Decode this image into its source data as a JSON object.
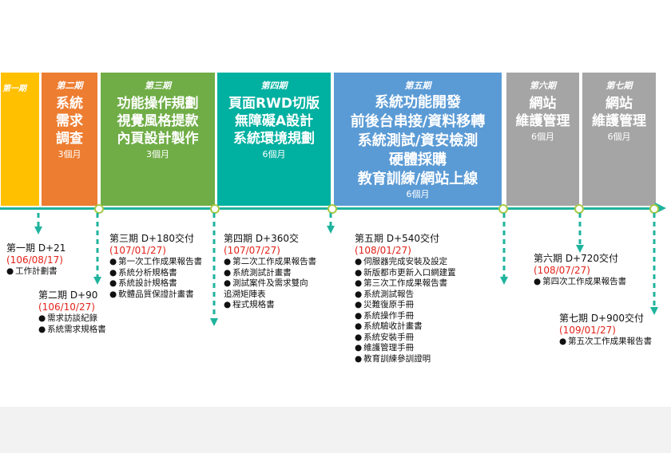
{
  "phases": [
    {
      "label": "第一期",
      "title": "",
      "duration": "",
      "color": "#ffc000"
    },
    {
      "label": "第二期",
      "title": "系統\n需求\n調查",
      "duration": "3個月",
      "color": "#ed7d31"
    },
    {
      "label": "第三期",
      "title": "功能操作規劃\n視覺風格提款\n內頁設計製作",
      "duration": "3個月",
      "color": "#70ad47"
    },
    {
      "label": "第四期",
      "title": "頁面RWD切版\n無障礙A設計\n系統環境規劃",
      "duration": "6個月",
      "color": "#00b0a0"
    },
    {
      "label": "第五期",
      "title": "系統功能開發\n前後台串接/資料移轉\n系統測試/資安檢測\n硬體採購\n教育訓練/網站上線",
      "duration": "6個月",
      "color": "#5b9bd5"
    },
    {
      "label": "第六期",
      "title": "網站\n維護管理",
      "duration": "6個月",
      "color": "#a5a5a5"
    },
    {
      "label": "第七期",
      "title": "網站\n維護管理",
      "duration": "6個月",
      "color": "#a5a5a5"
    }
  ],
  "deliverables": [
    {
      "heading": "第一期 D+21",
      "date": "(106/08/17)",
      "items": [
        "工作計劃書"
      ]
    },
    {
      "heading": "第二期 D+90",
      "date": "(106/10/27)",
      "items": [
        "需求訪談紀錄",
        "系統需求規格書"
      ]
    },
    {
      "heading": "第三期 D+180交付",
      "date": "(107/01/27)",
      "items": [
        "第一次工作成果報告書",
        "系統分析規格書",
        "系統設計規格書",
        "軟體品質保證計畫書"
      ]
    },
    {
      "heading": "第四期 D+360交",
      "date": "(107/07/27)",
      "items": [
        "第二次工作成果報告書",
        "系統測試計畫書",
        "測試案件及需求雙向\n追溯矩陣表",
        "程式規格書"
      ]
    },
    {
      "heading": "第五期 D+540交付",
      "date": "(108/01/27)",
      "items": [
        "伺服器完成安裝及設定",
        "新版都市更新入口網建置",
        "第三次工作成果報告書",
        "系統測試報告",
        "災難復原手冊",
        "系統操作手冊",
        "系統驗收計畫書",
        "系統安裝手冊",
        "維護管理手冊",
        "教育訓練參訓證明"
      ]
    },
    {
      "heading": "第六期 D+720交付",
      "date": "(108/07/27)",
      "items": [
        "第四次工作成果報告書"
      ]
    },
    {
      "heading": "第七期 D+900交付",
      "date": "(109/01/27)",
      "items": [
        "第五次工作成果報告書"
      ]
    }
  ],
  "colors": {
    "timeline": "#1fb39d",
    "milestone_dot": "#a7c944",
    "date": "#e2231a"
  }
}
